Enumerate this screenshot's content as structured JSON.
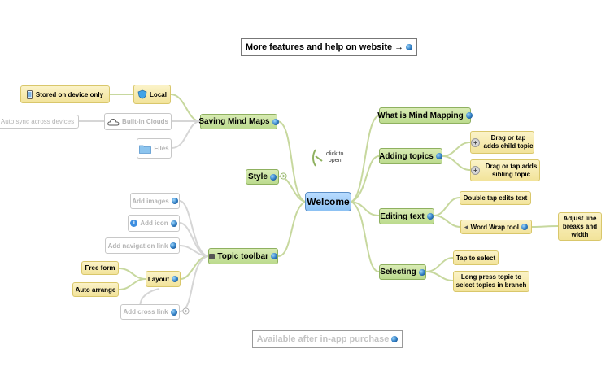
{
  "website_link": "More features and help on website →",
  "after_purchase": "Available after in-app purchase",
  "center": "Welcome",
  "click_open": {
    "line1": "click to",
    "line2": "open"
  },
  "nodes": {
    "what_is": "What is Mind Mapping",
    "adding_topics": "Adding topics",
    "drag_child": "Drag or tap adds child topic",
    "drag_sibling": "Drag or tap adds sibling topic",
    "editing_text": "Editing text",
    "double_tap": "Double tap edits text",
    "word_wrap": "Word Wrap tool",
    "adjust": "Adjust line breaks and width",
    "selecting": "Selecting",
    "tap_select": "Tap to select",
    "long_press": "Long press topic to select topics in branch",
    "saving": "Saving Mind Maps",
    "local": "Local",
    "stored_device": "Stored on device only",
    "builtin_clouds": "Built-in Clouds",
    "auto_sync": "Auto sync across devices",
    "files": "Files",
    "style": "Style",
    "topic_toolbar": "Topic toolbar",
    "add_images": "Add images",
    "add_icon": "Add icon",
    "add_nav_link": "Add navigation link",
    "layout": "Layout",
    "free_form": "Free form",
    "auto_arrange": "Auto arrange",
    "add_cross_link": "Add cross link"
  },
  "icons": {
    "info": "globe-icon",
    "phone": "phone-icon",
    "shield": "shield-icon",
    "cloud": "cloud-icon",
    "folder": "folder-icon",
    "plus": "plus-icon",
    "toolbar": "toolbar-icon"
  },
  "colors": {
    "topic_green": "#c6e19c",
    "note_yellow": "#f6eaa8",
    "center_blue": "#9fcdf7",
    "branch_line": "#c3d49a",
    "ghost_line": "#d4d4d4"
  }
}
